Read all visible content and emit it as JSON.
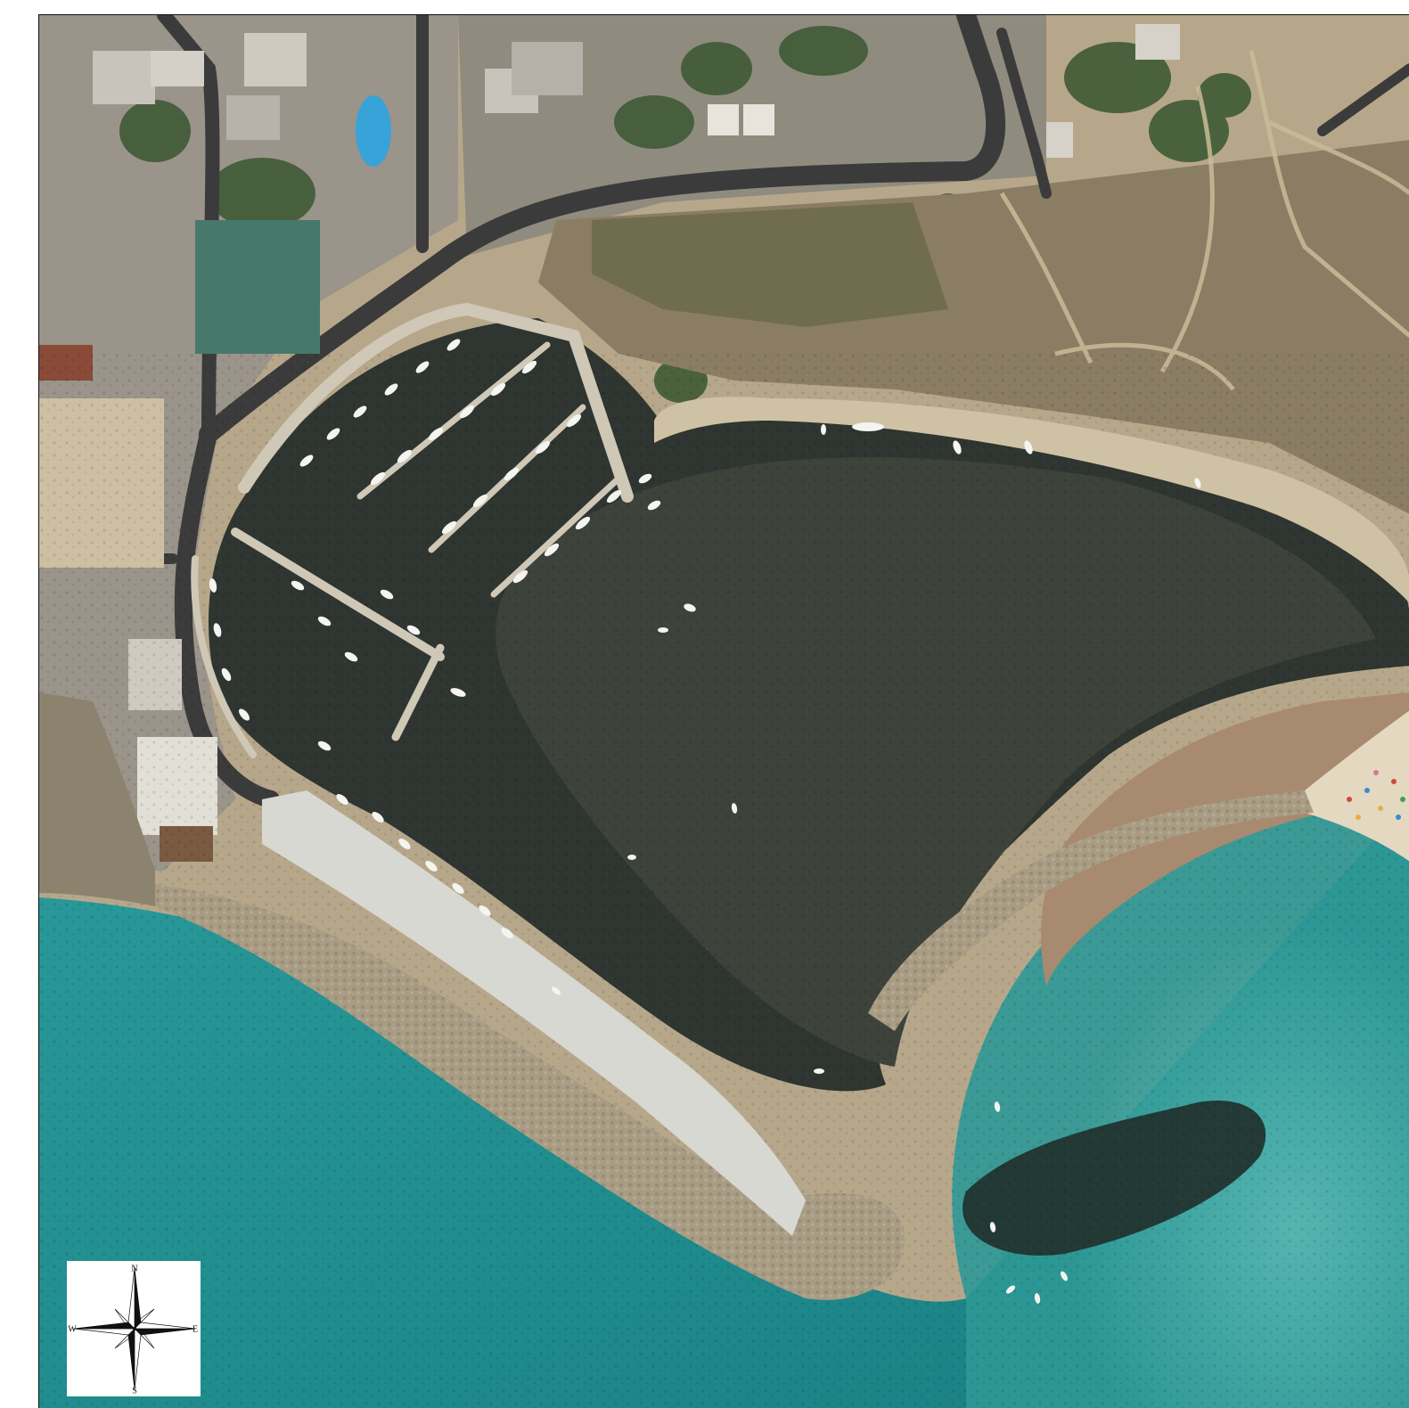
{
  "compass": {
    "north": "N",
    "east": "E",
    "south": "S",
    "west": "W"
  },
  "colors": {
    "deep_sea": "#1f8a8c",
    "shallow_sea": "#4fb0ad",
    "harbor_water": "#2f3530",
    "seagrass": "#3d423a",
    "breakwater": "#a89c84",
    "quay": "#d8d8d2",
    "sand": "#cfc1a4",
    "dune_scrub": "#8a7d63",
    "urban": "#9a948a",
    "road": "#3b3b3b",
    "vegetation": "#3f5a35"
  },
  "features": {
    "marina": "marina",
    "breakwater": "breakwater",
    "beach": "beach",
    "town": "town"
  }
}
